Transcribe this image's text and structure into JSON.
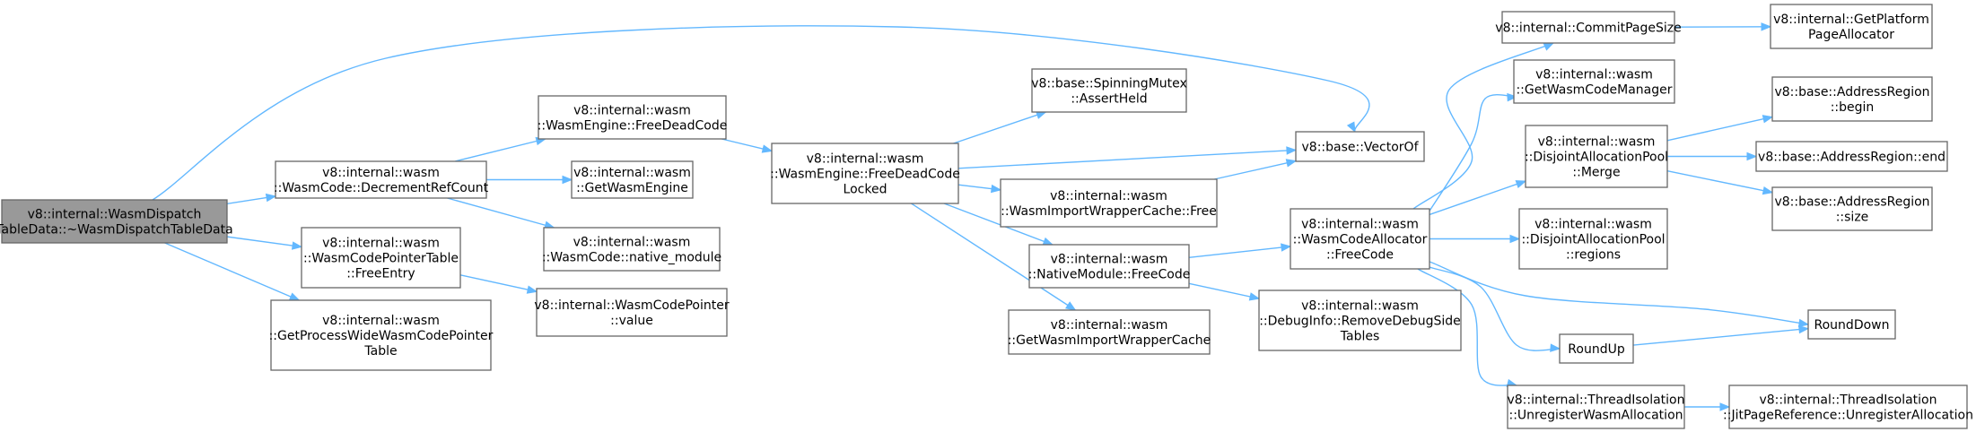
{
  "nodes": [
    {
      "id": "root",
      "root": true,
      "lines": [
        "v8::internal::WasmDispatch",
        "TableData::~WasmDispatchTableData"
      ]
    },
    {
      "id": "decref",
      "lines": [
        "v8::internal::wasm",
        "::WasmCode::DecrementRefCount"
      ]
    },
    {
      "id": "freeentry",
      "lines": [
        "v8::internal::wasm",
        "::WasmCodePointerTable",
        "::FreeEntry"
      ]
    },
    {
      "id": "getproc",
      "lines": [
        "v8::internal::wasm",
        "::GetProcessWideWasmCodePointer",
        "Table"
      ]
    },
    {
      "id": "freedead",
      "lines": [
        "v8::internal::wasm",
        "::WasmEngine::FreeDeadCode"
      ]
    },
    {
      "id": "getengine",
      "lines": [
        "v8::internal::wasm",
        "::GetWasmEngine"
      ]
    },
    {
      "id": "nativemod",
      "lines": [
        "v8::internal::wasm",
        "::WasmCode::native_module"
      ]
    },
    {
      "id": "cpvalue",
      "lines": [
        "v8::internal::WasmCodePointer",
        "::value"
      ]
    },
    {
      "id": "freelocked",
      "lines": [
        "v8::internal::wasm",
        "::WasmEngine::FreeDeadCode",
        "Locked"
      ]
    },
    {
      "id": "assertheld",
      "lines": [
        "v8::base::SpinningMutex",
        "::AssertHeld"
      ]
    },
    {
      "id": "wrapfree",
      "lines": [
        "v8::internal::wasm",
        "::WasmImportWrapperCache::Free"
      ]
    },
    {
      "id": "nmfree",
      "lines": [
        "v8::internal::wasm",
        "::NativeModule::FreeCode"
      ]
    },
    {
      "id": "getwrap",
      "lines": [
        "v8::internal::wasm",
        "::GetWasmImportWrapperCache"
      ]
    },
    {
      "id": "vectorof",
      "lines": [
        "v8::base::VectorOf"
      ]
    },
    {
      "id": "allocfree",
      "lines": [
        "v8::internal::wasm",
        "::WasmCodeAllocator",
        "::FreeCode"
      ]
    },
    {
      "id": "removedebug",
      "lines": [
        "v8::internal::wasm",
        "::DebugInfo::RemoveDebugSide",
        "Tables"
      ]
    },
    {
      "id": "commit",
      "lines": [
        "v8::internal::CommitPageSize"
      ]
    },
    {
      "id": "getcodemgr",
      "lines": [
        "v8::internal::wasm",
        "::GetWasmCodeManager"
      ]
    },
    {
      "id": "merge",
      "lines": [
        "v8::internal::wasm",
        "::DisjointAllocationPool",
        "::Merge"
      ]
    },
    {
      "id": "regions",
      "lines": [
        "v8::internal::wasm",
        "::DisjointAllocationPool",
        "::regions"
      ]
    },
    {
      "id": "roundup",
      "lines": [
        "RoundUp"
      ]
    },
    {
      "id": "unreg",
      "lines": [
        "v8::internal::ThreadIsolation",
        "::UnregisterWasmAllocation"
      ]
    },
    {
      "id": "platalloc",
      "lines": [
        "v8::internal::GetPlatform",
        "PageAllocator"
      ]
    },
    {
      "id": "begin",
      "lines": [
        "v8::base::AddressRegion",
        "::begin"
      ]
    },
    {
      "id": "end",
      "lines": [
        "v8::base::AddressRegion::end"
      ]
    },
    {
      "id": "size",
      "lines": [
        "v8::base::AddressRegion",
        "::size"
      ]
    },
    {
      "id": "rounddown",
      "lines": [
        "RoundDown"
      ]
    },
    {
      "id": "jitunreg",
      "lines": [
        "v8::internal::ThreadIsolation",
        "::JitPageReference::UnregisterAllocation"
      ]
    }
  ],
  "edges": [
    [
      "root",
      "decref"
    ],
    [
      "root",
      "freeentry"
    ],
    [
      "root",
      "getproc"
    ],
    [
      "root",
      "vectorof"
    ],
    [
      "decref",
      "freedead"
    ],
    [
      "decref",
      "getengine"
    ],
    [
      "decref",
      "nativemod"
    ],
    [
      "freeentry",
      "cpvalue"
    ],
    [
      "freedead",
      "freelocked"
    ],
    [
      "freelocked",
      "assertheld"
    ],
    [
      "freelocked",
      "vectorof"
    ],
    [
      "freelocked",
      "wrapfree"
    ],
    [
      "freelocked",
      "nmfree"
    ],
    [
      "freelocked",
      "getwrap"
    ],
    [
      "wrapfree",
      "vectorof"
    ],
    [
      "nmfree",
      "allocfree"
    ],
    [
      "nmfree",
      "removedebug"
    ],
    [
      "allocfree",
      "commit"
    ],
    [
      "allocfree",
      "getcodemgr"
    ],
    [
      "allocfree",
      "merge"
    ],
    [
      "allocfree",
      "regions"
    ],
    [
      "allocfree",
      "rounddown"
    ],
    [
      "allocfree",
      "roundup"
    ],
    [
      "allocfree",
      "unreg"
    ],
    [
      "commit",
      "platalloc"
    ],
    [
      "merge",
      "begin"
    ],
    [
      "merge",
      "end"
    ],
    [
      "merge",
      "size"
    ],
    [
      "roundup",
      "rounddown"
    ],
    [
      "unreg",
      "jitunreg"
    ]
  ],
  "colors": {
    "edge": "#63b8ff",
    "node_border": "#666666",
    "root_fill": "#999999"
  }
}
